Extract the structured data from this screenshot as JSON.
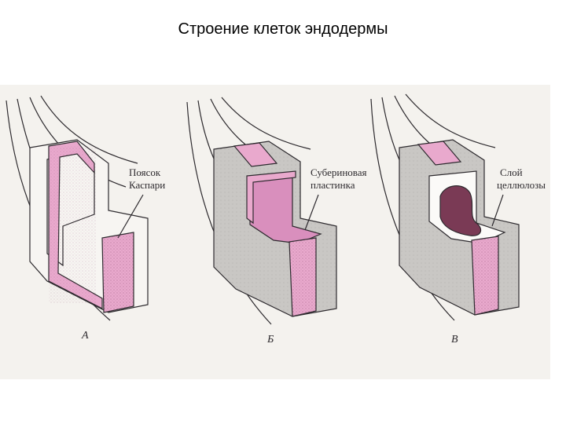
{
  "title": "Строение клеток эндодермы",
  "panels": [
    {
      "letter": "А",
      "label_lines": [
        "Поясок",
        "Каспари"
      ]
    },
    {
      "letter": "Б",
      "label_lines": [
        "Субериновая",
        "пластинка"
      ]
    },
    {
      "letter": "В",
      "label_lines": [
        "Слой",
        "целлюлозы"
      ]
    }
  ],
  "colors": {
    "paper": "#f4f2ee",
    "wall_grey": "#c9c7c4",
    "wall_grey_dark": "#a9a6a3",
    "pink": "#e9a9cd",
    "pink_dark": "#d784b4",
    "suberin": "#d98fbd",
    "nucleus": "#7a3a55",
    "outline": "#2d2a2e"
  }
}
